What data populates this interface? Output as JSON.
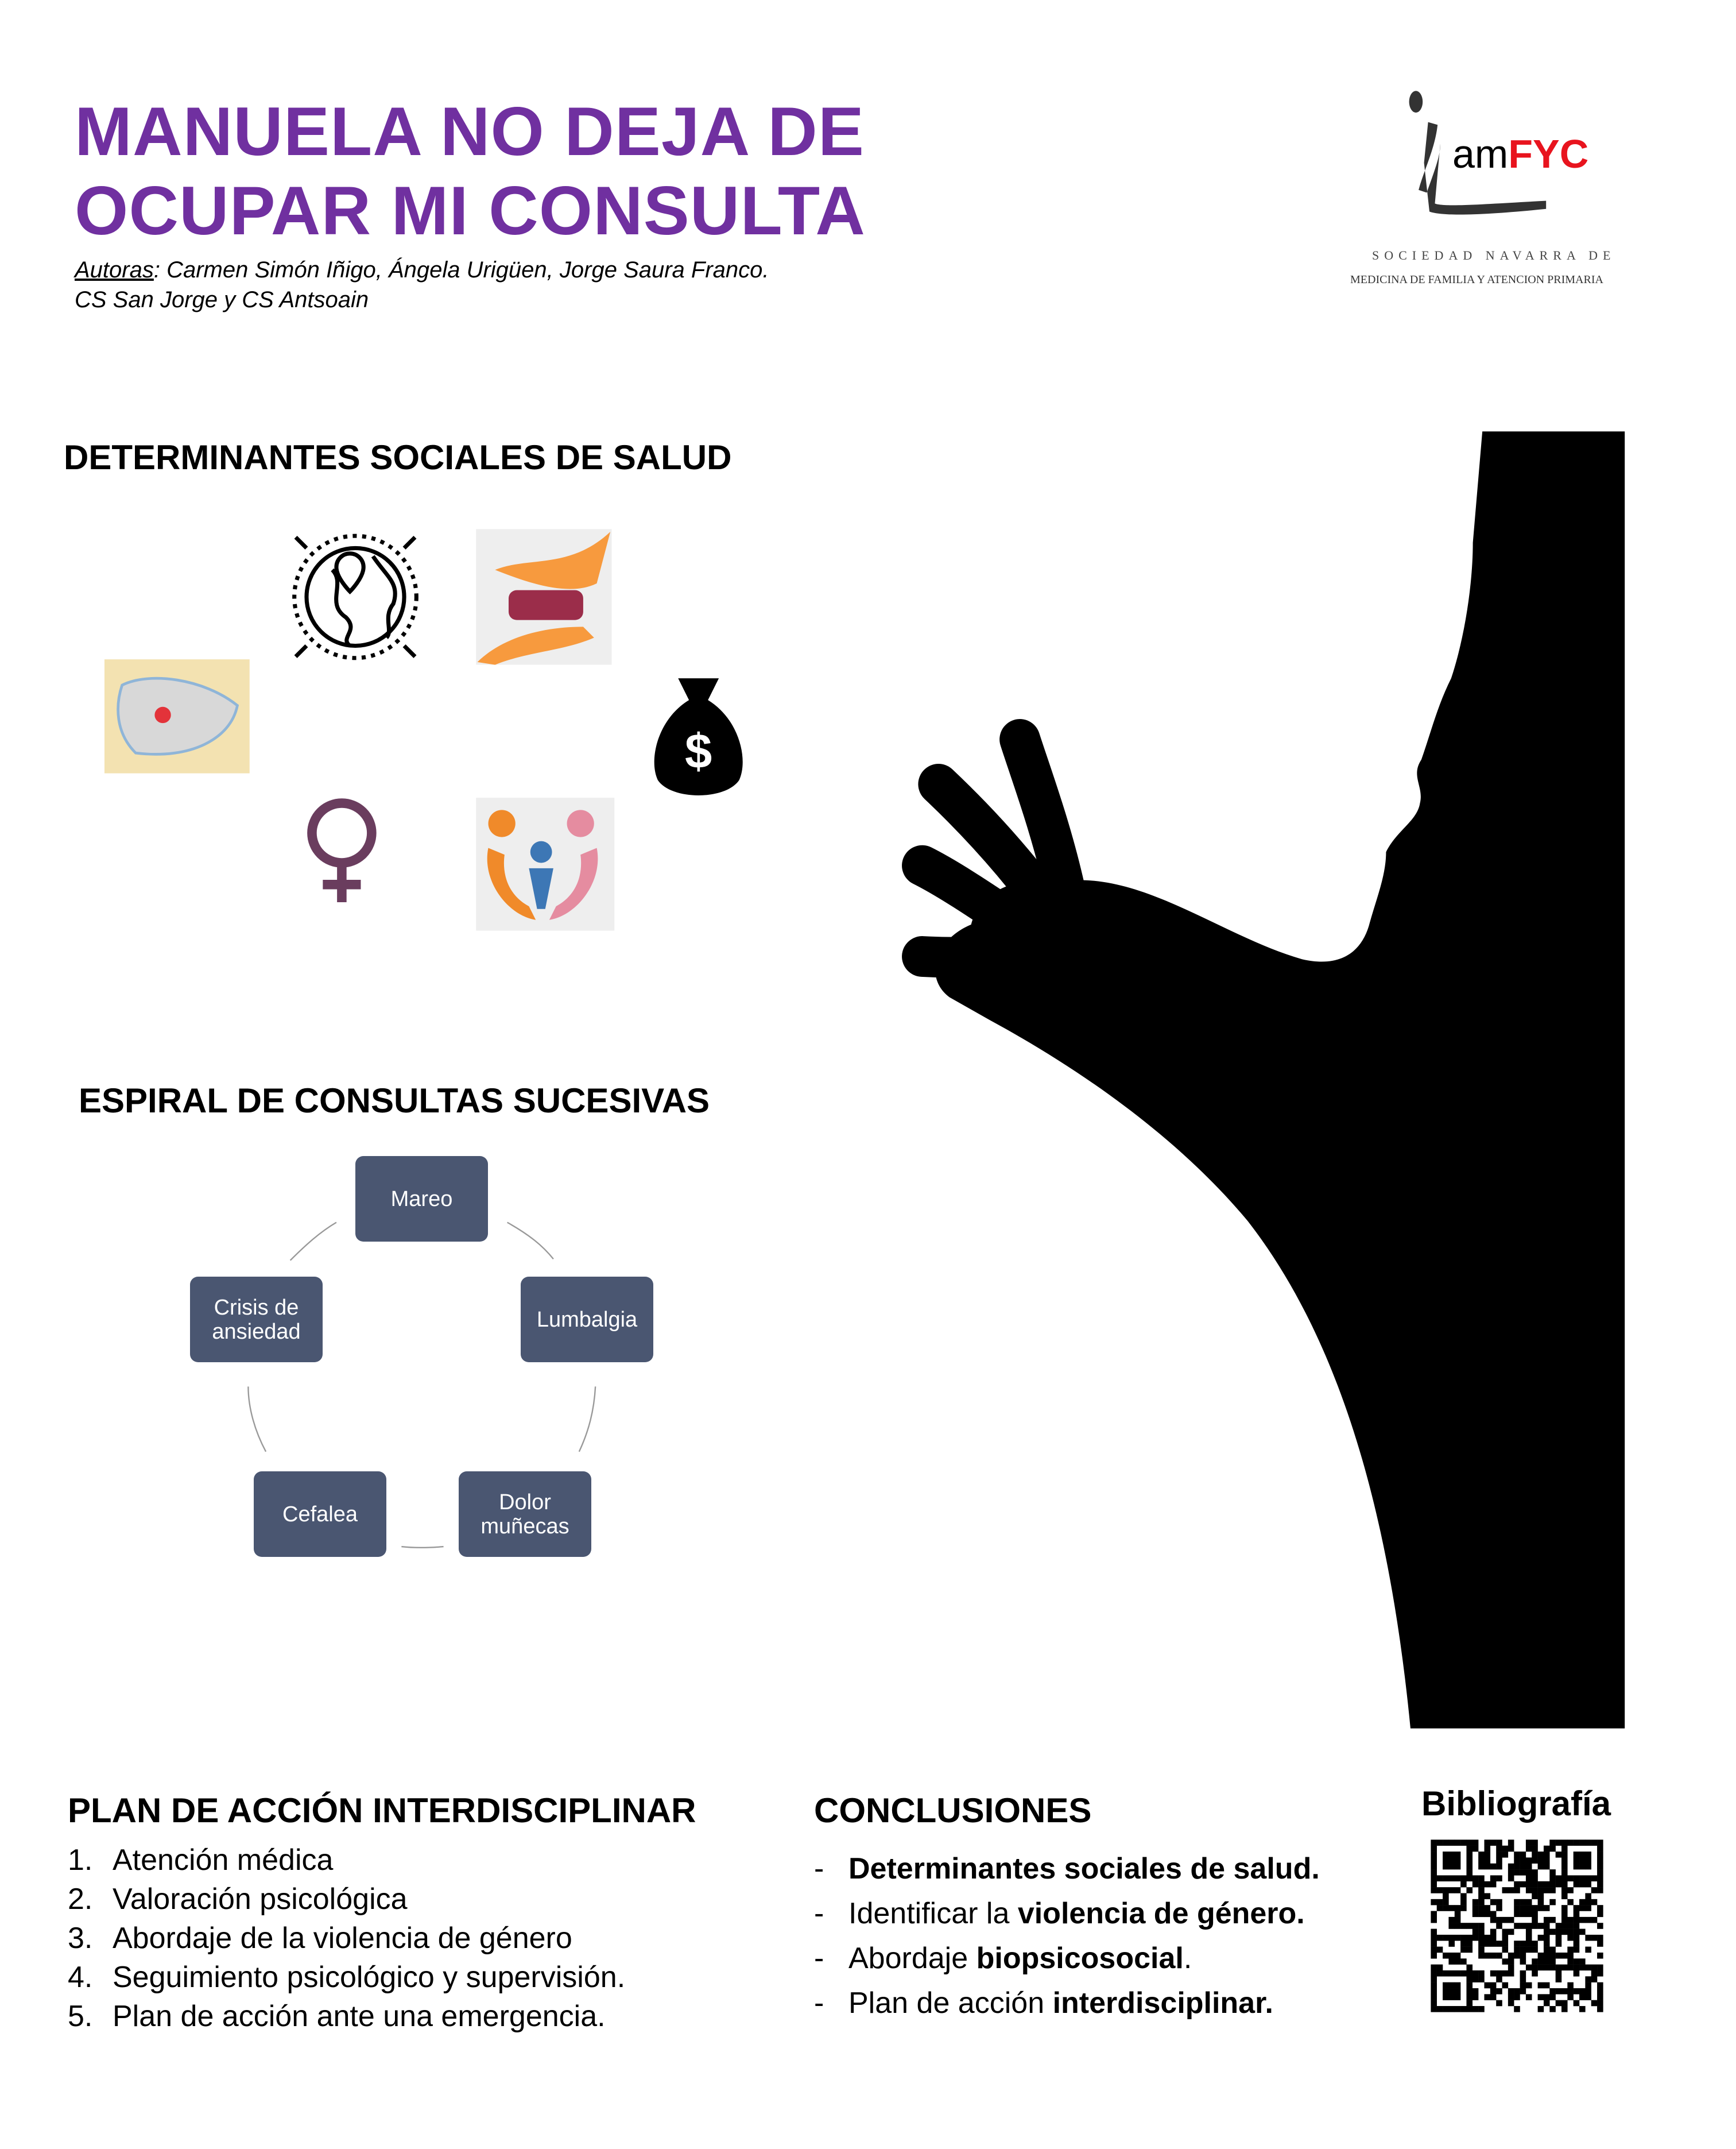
{
  "header": {
    "title_line1": "MANUELA NO DEJA DE",
    "title_line2": "OCUPAR MI CONSULTA",
    "authors_label": "Autoras",
    "authors": ": Carmen Simón Iñigo, Ángela Urigüen, Jorge Saura Franco.",
    "centers": "CS San Jorge y CS Antsoain"
  },
  "logo": {
    "am": "am",
    "fyc": "FYC",
    "line1": "SOCIEDAD NAVARRA DE",
    "line2": "MEDICINA DE FAMILIA Y ATENCION PRIMARIA"
  },
  "determinantes": {
    "heading": "DETERMINANTES SOCIALES DE SALUD",
    "icons": [
      "globe-icon",
      "hands-community-icon",
      "city-map-icon",
      "money-bag-icon",
      "female-symbol-icon",
      "family-icon"
    ]
  },
  "espiral": {
    "heading": "ESPIRAL DE CONSULTAS SUCESIVAS",
    "nodes": [
      "Mareo",
      "Lumbalgia",
      "Dolor muñecas",
      "Cefalea",
      "Crisis de ansiedad"
    ]
  },
  "plan": {
    "heading": "PLAN DE ACCIÓN INTERDISCIPLINAR",
    "items": [
      {
        "num": "1.",
        "text": "Atención médica"
      },
      {
        "num": "2.",
        "text": "Valoración psicológica"
      },
      {
        "num": "3.",
        "text": "Abordaje de la violencia de género"
      },
      {
        "num": "4.",
        "text": "Seguimiento psicológico y supervisión."
      },
      {
        "num": "5.",
        "text": "Plan de acción ante una emergencia."
      }
    ]
  },
  "conclusiones": {
    "heading": "CONCLUSIONES",
    "items": [
      {
        "plain": "",
        "bold": "Determinantes sociales de salud.",
        "tail": ""
      },
      {
        "plain": "Identificar la ",
        "bold": "violencia de género.",
        "tail": ""
      },
      {
        "plain": "Abordaje ",
        "bold": "biopsicosocial",
        "tail": "."
      },
      {
        "plain": "Plan de acción ",
        "bold": "interdisciplinar.",
        "tail": ""
      }
    ]
  },
  "bibliografia": {
    "heading": "Bibliografía"
  },
  "colors": {
    "title": "#7030a0",
    "node": "#4a5671",
    "logo_red": "#e8141e"
  }
}
